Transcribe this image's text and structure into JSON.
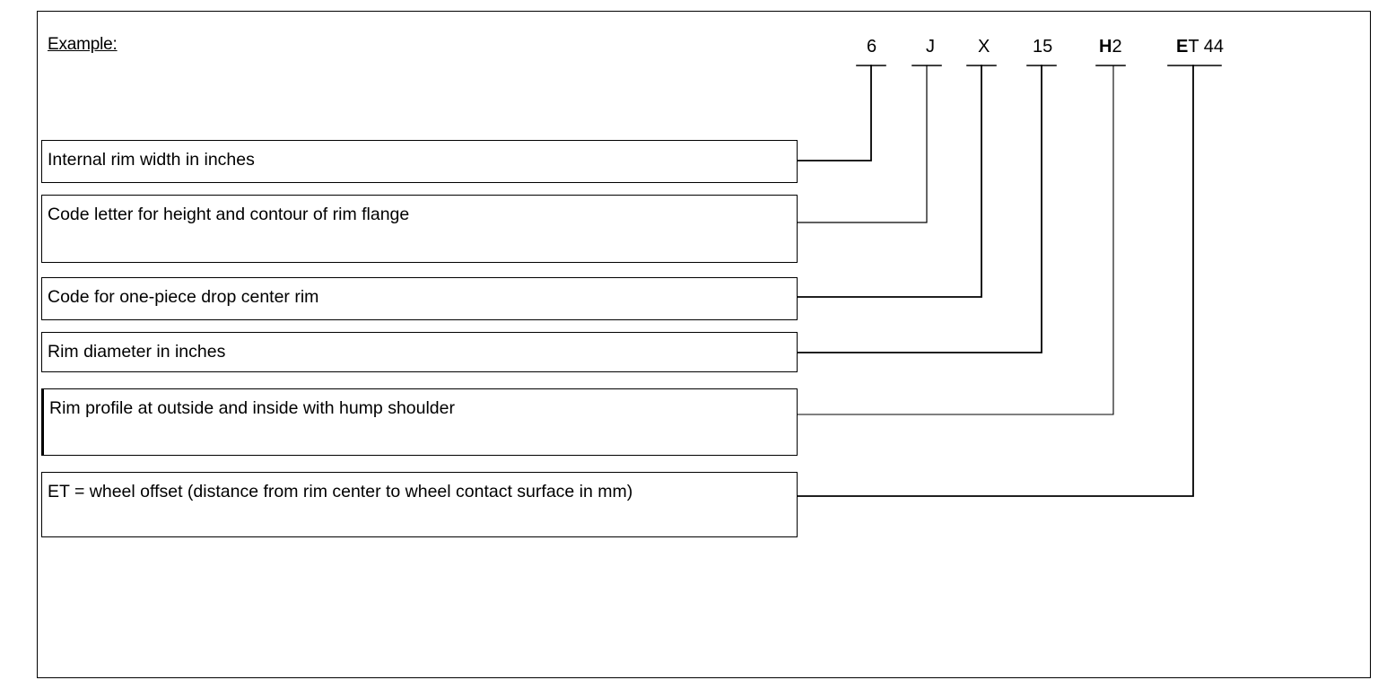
{
  "title": "Example:",
  "codes": [
    {
      "id": "width",
      "text": "6"
    },
    {
      "id": "flange",
      "text": "J"
    },
    {
      "id": "drop-center",
      "text": "X"
    },
    {
      "id": "diameter",
      "text": "15"
    },
    {
      "id": "hump",
      "bold": "H",
      "text": "2"
    },
    {
      "id": "offset",
      "bold": "E",
      "text": "T 44"
    }
  ],
  "descriptions": [
    "Internal rim width in inches",
    "Code letter for height and contour of rim flange",
    "Code for one-piece drop center rim",
    "Rim diameter in inches",
    "Rim profile at outside and inside with hump shoulder",
    "ET = wheel offset (distance from rim center to wheel contact surface in mm)"
  ]
}
